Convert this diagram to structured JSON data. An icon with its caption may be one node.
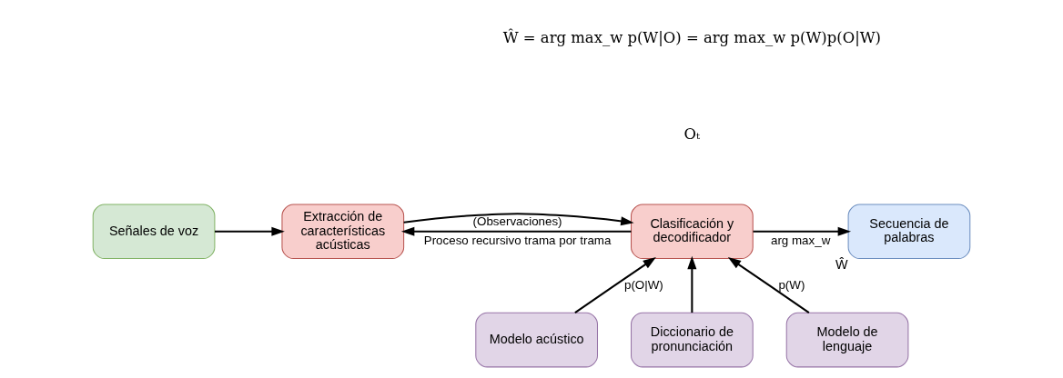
{
  "diagram": {
    "nodes": [
      {
        "text": [
          "Señales de voz"
        ]
      },
      {
        "text": [
          "Extracción de características acústicas"
        ]
      },
      {
        "text": [
          "Clasificación y decodificador"
        ]
      },
      {
        "text": [
          "Secuencia de palabras"
        ],
        "beside": [
          "Ŵ"
        ]
      },
      {
        "text": [
          "Modelo acústico"
        ]
      },
      {
        "text": [
          "Diccionario de pronunciación"
        ]
      },
      {
        "text": [
          "Modelo de lenguaje"
        ]
      }
    ],
    "edges": [
      {
        "from": 0,
        "to": 1,
        "arrow": "to"
      },
      {
        "from": 1,
        "to": 2,
        "arrow": "to",
        "label": "(Observaciones)"
      },
      {
        "from": 2,
        "to": 1,
        "arrow": "to",
        "label": "Proceso recursivo trama por trama"
      },
      {
        "from": 2,
        "to": 3,
        "arrow": "to",
        "label": "arg max_w"
      },
      {
        "from": 4,
        "to": 2,
        "arrow": "to",
        "label": "p(O|W)"
      },
      {
        "from": 5,
        "to": 2,
        "arrow": "to"
      },
      {
        "from": 6,
        "to": 2,
        "arrow": "to",
        "label": "p(W)"
      }
    ],
    "labels": [
      "Ŵ = arg max_w p(W|O) = arg max_w p(W)p(O|W)",
      "Oₜ"
    ]
  }
}
